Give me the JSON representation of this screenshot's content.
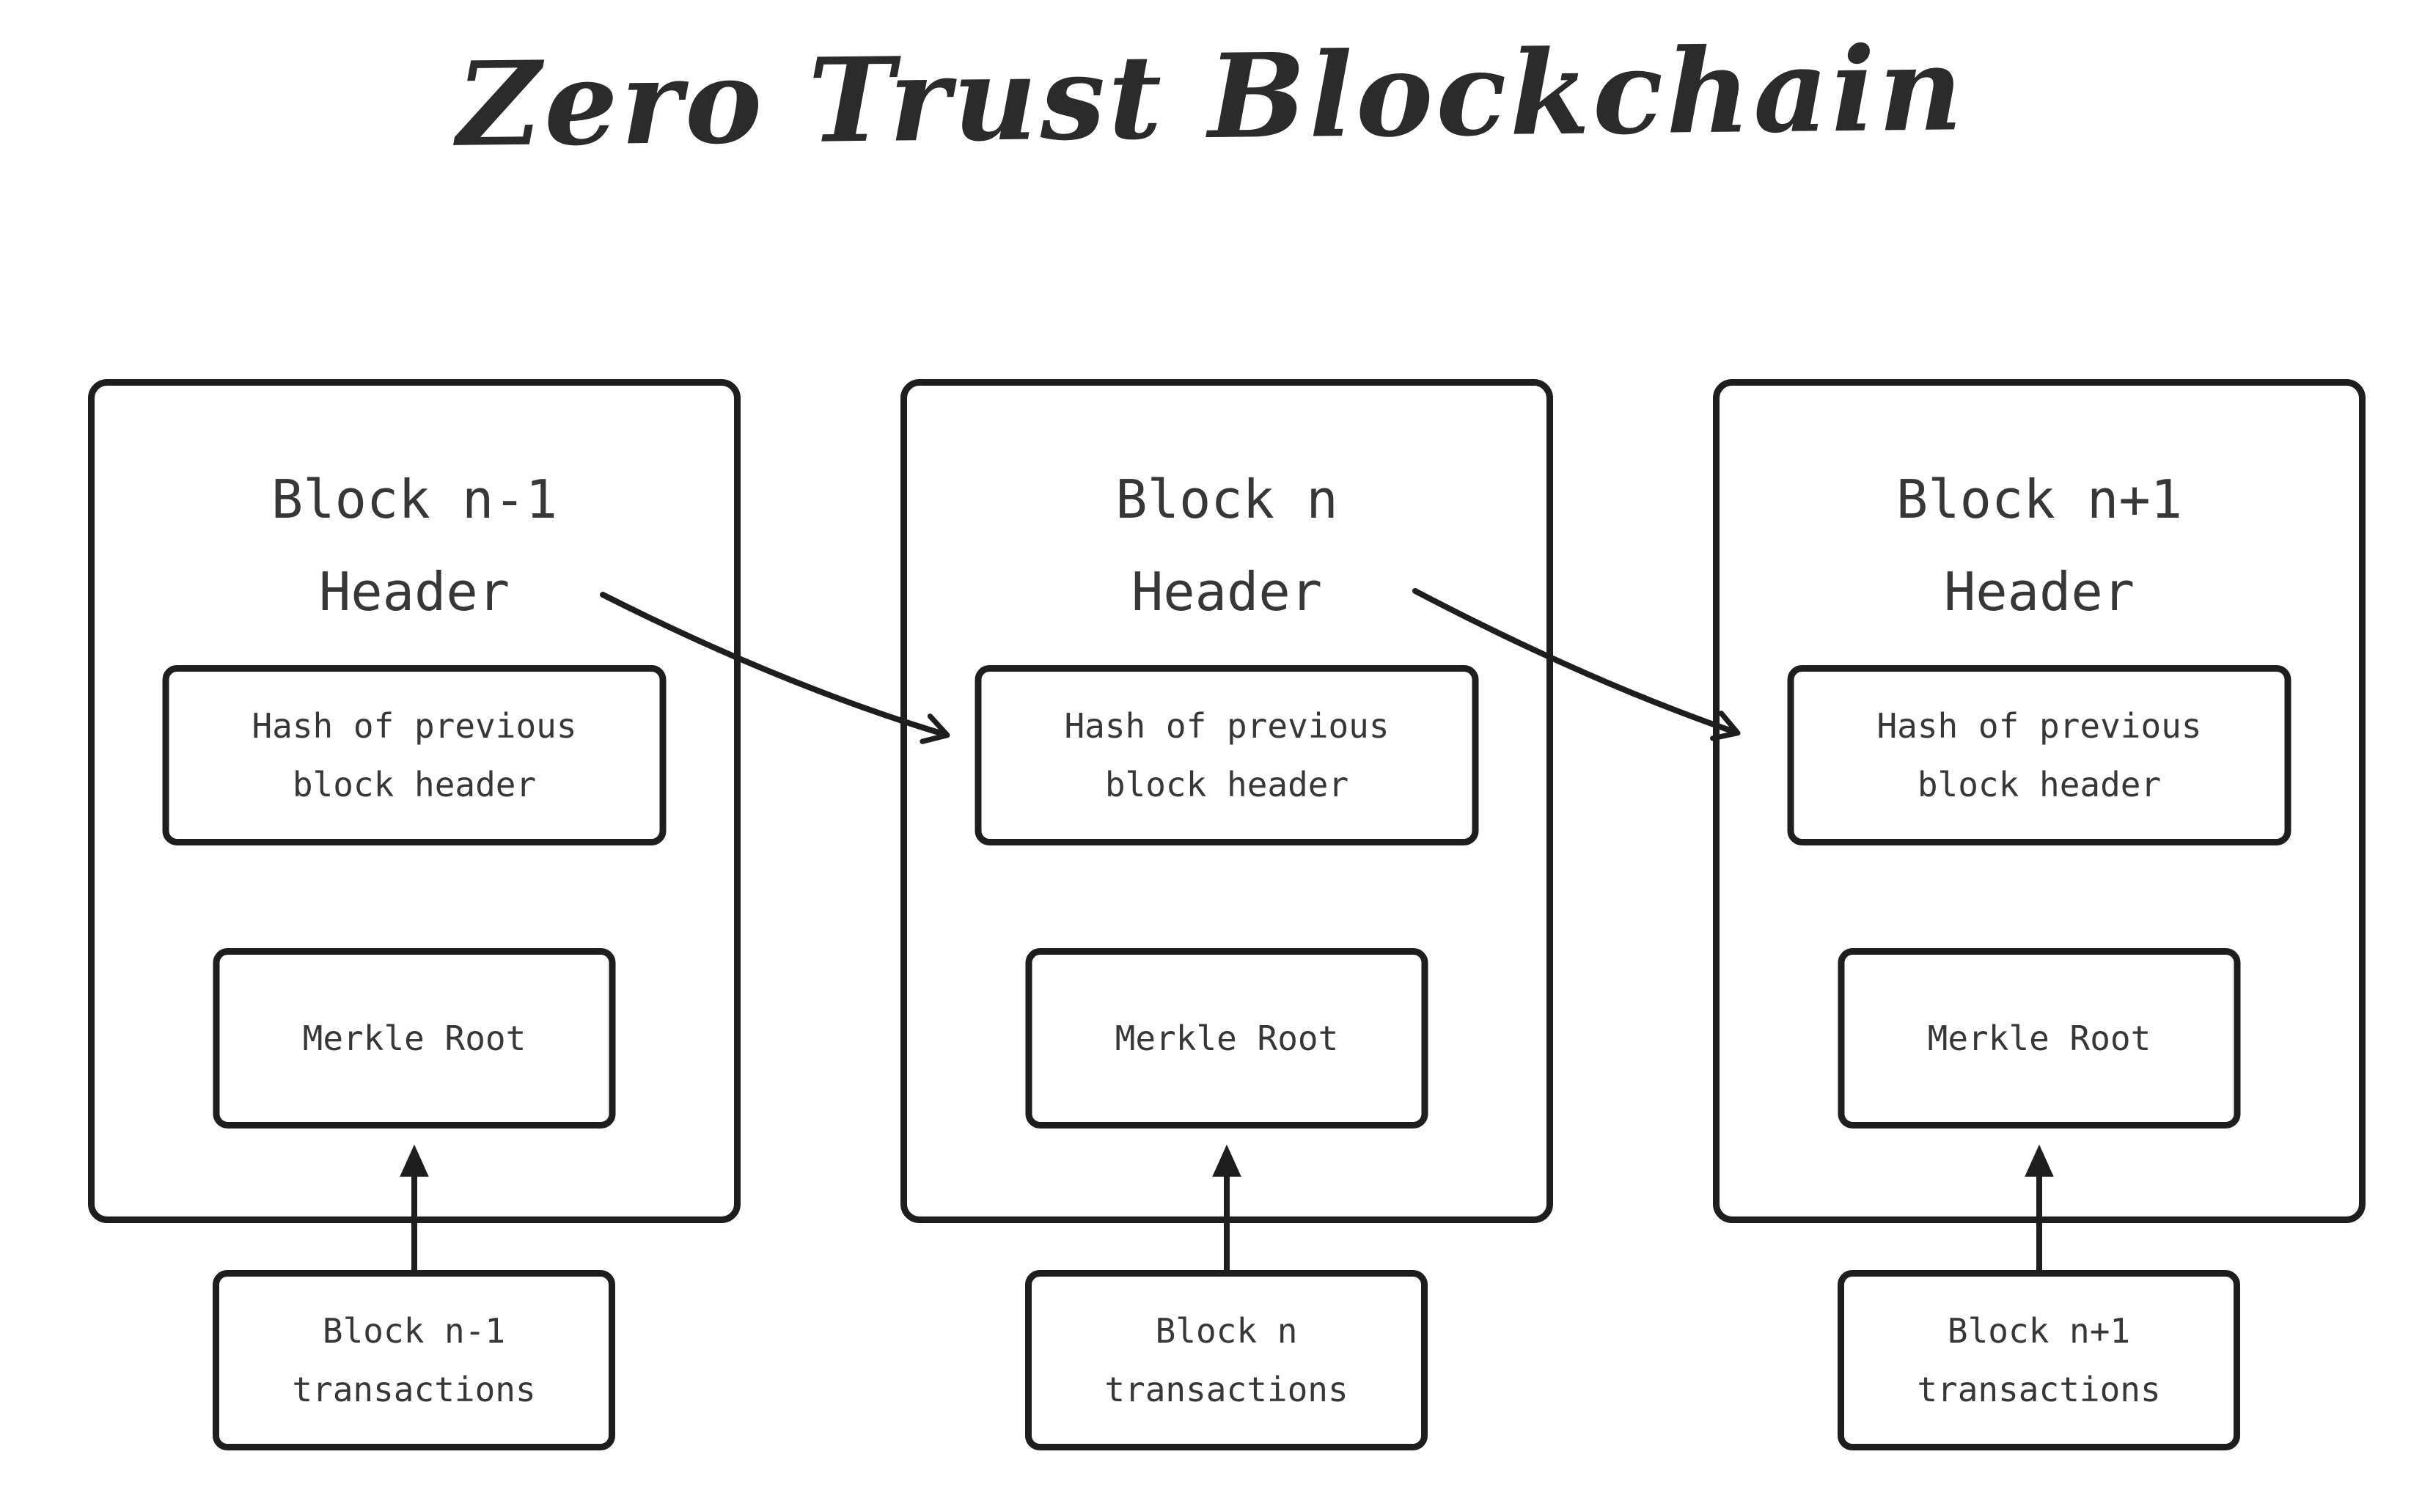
{
  "title": "Zero Trust Blockchain",
  "colors": {
    "background": "#ffffff",
    "stroke": "#1e1e1e",
    "text": "#373737",
    "title_text": "#2b2b2b"
  },
  "blocks": [
    {
      "header_line1": "Block n-1",
      "header_line2": "Header",
      "hash_line1": "Hash of previous",
      "hash_line2": "block header",
      "merkle_label": "Merkle Root",
      "tx_line1": "Block n-1",
      "tx_line2": "transactions"
    },
    {
      "header_line1": "Block n",
      "header_line2": "Header",
      "hash_line1": "Hash of previous",
      "hash_line2": "block header",
      "merkle_label": "Merkle Root",
      "tx_line1": "Block n",
      "tx_line2": "transactions"
    },
    {
      "header_line1": "Block n+1",
      "header_line2": "Header",
      "hash_line1": "Hash of previous",
      "hash_line2": "block header",
      "merkle_label": "Merkle Root",
      "tx_line1": "Block n+1",
      "tx_line2": "transactions"
    }
  ],
  "arrows": [
    {
      "name": "hash-link-arrow-1",
      "style": "open-chevron-head"
    },
    {
      "name": "hash-link-arrow-2",
      "style": "open-chevron-head"
    },
    {
      "name": "tx-to-merkle-arrow-1",
      "style": "filled-triangle-head"
    },
    {
      "name": "tx-to-merkle-arrow-2",
      "style": "filled-triangle-head"
    },
    {
      "name": "tx-to-merkle-arrow-3",
      "style": "filled-triangle-head"
    }
  ]
}
